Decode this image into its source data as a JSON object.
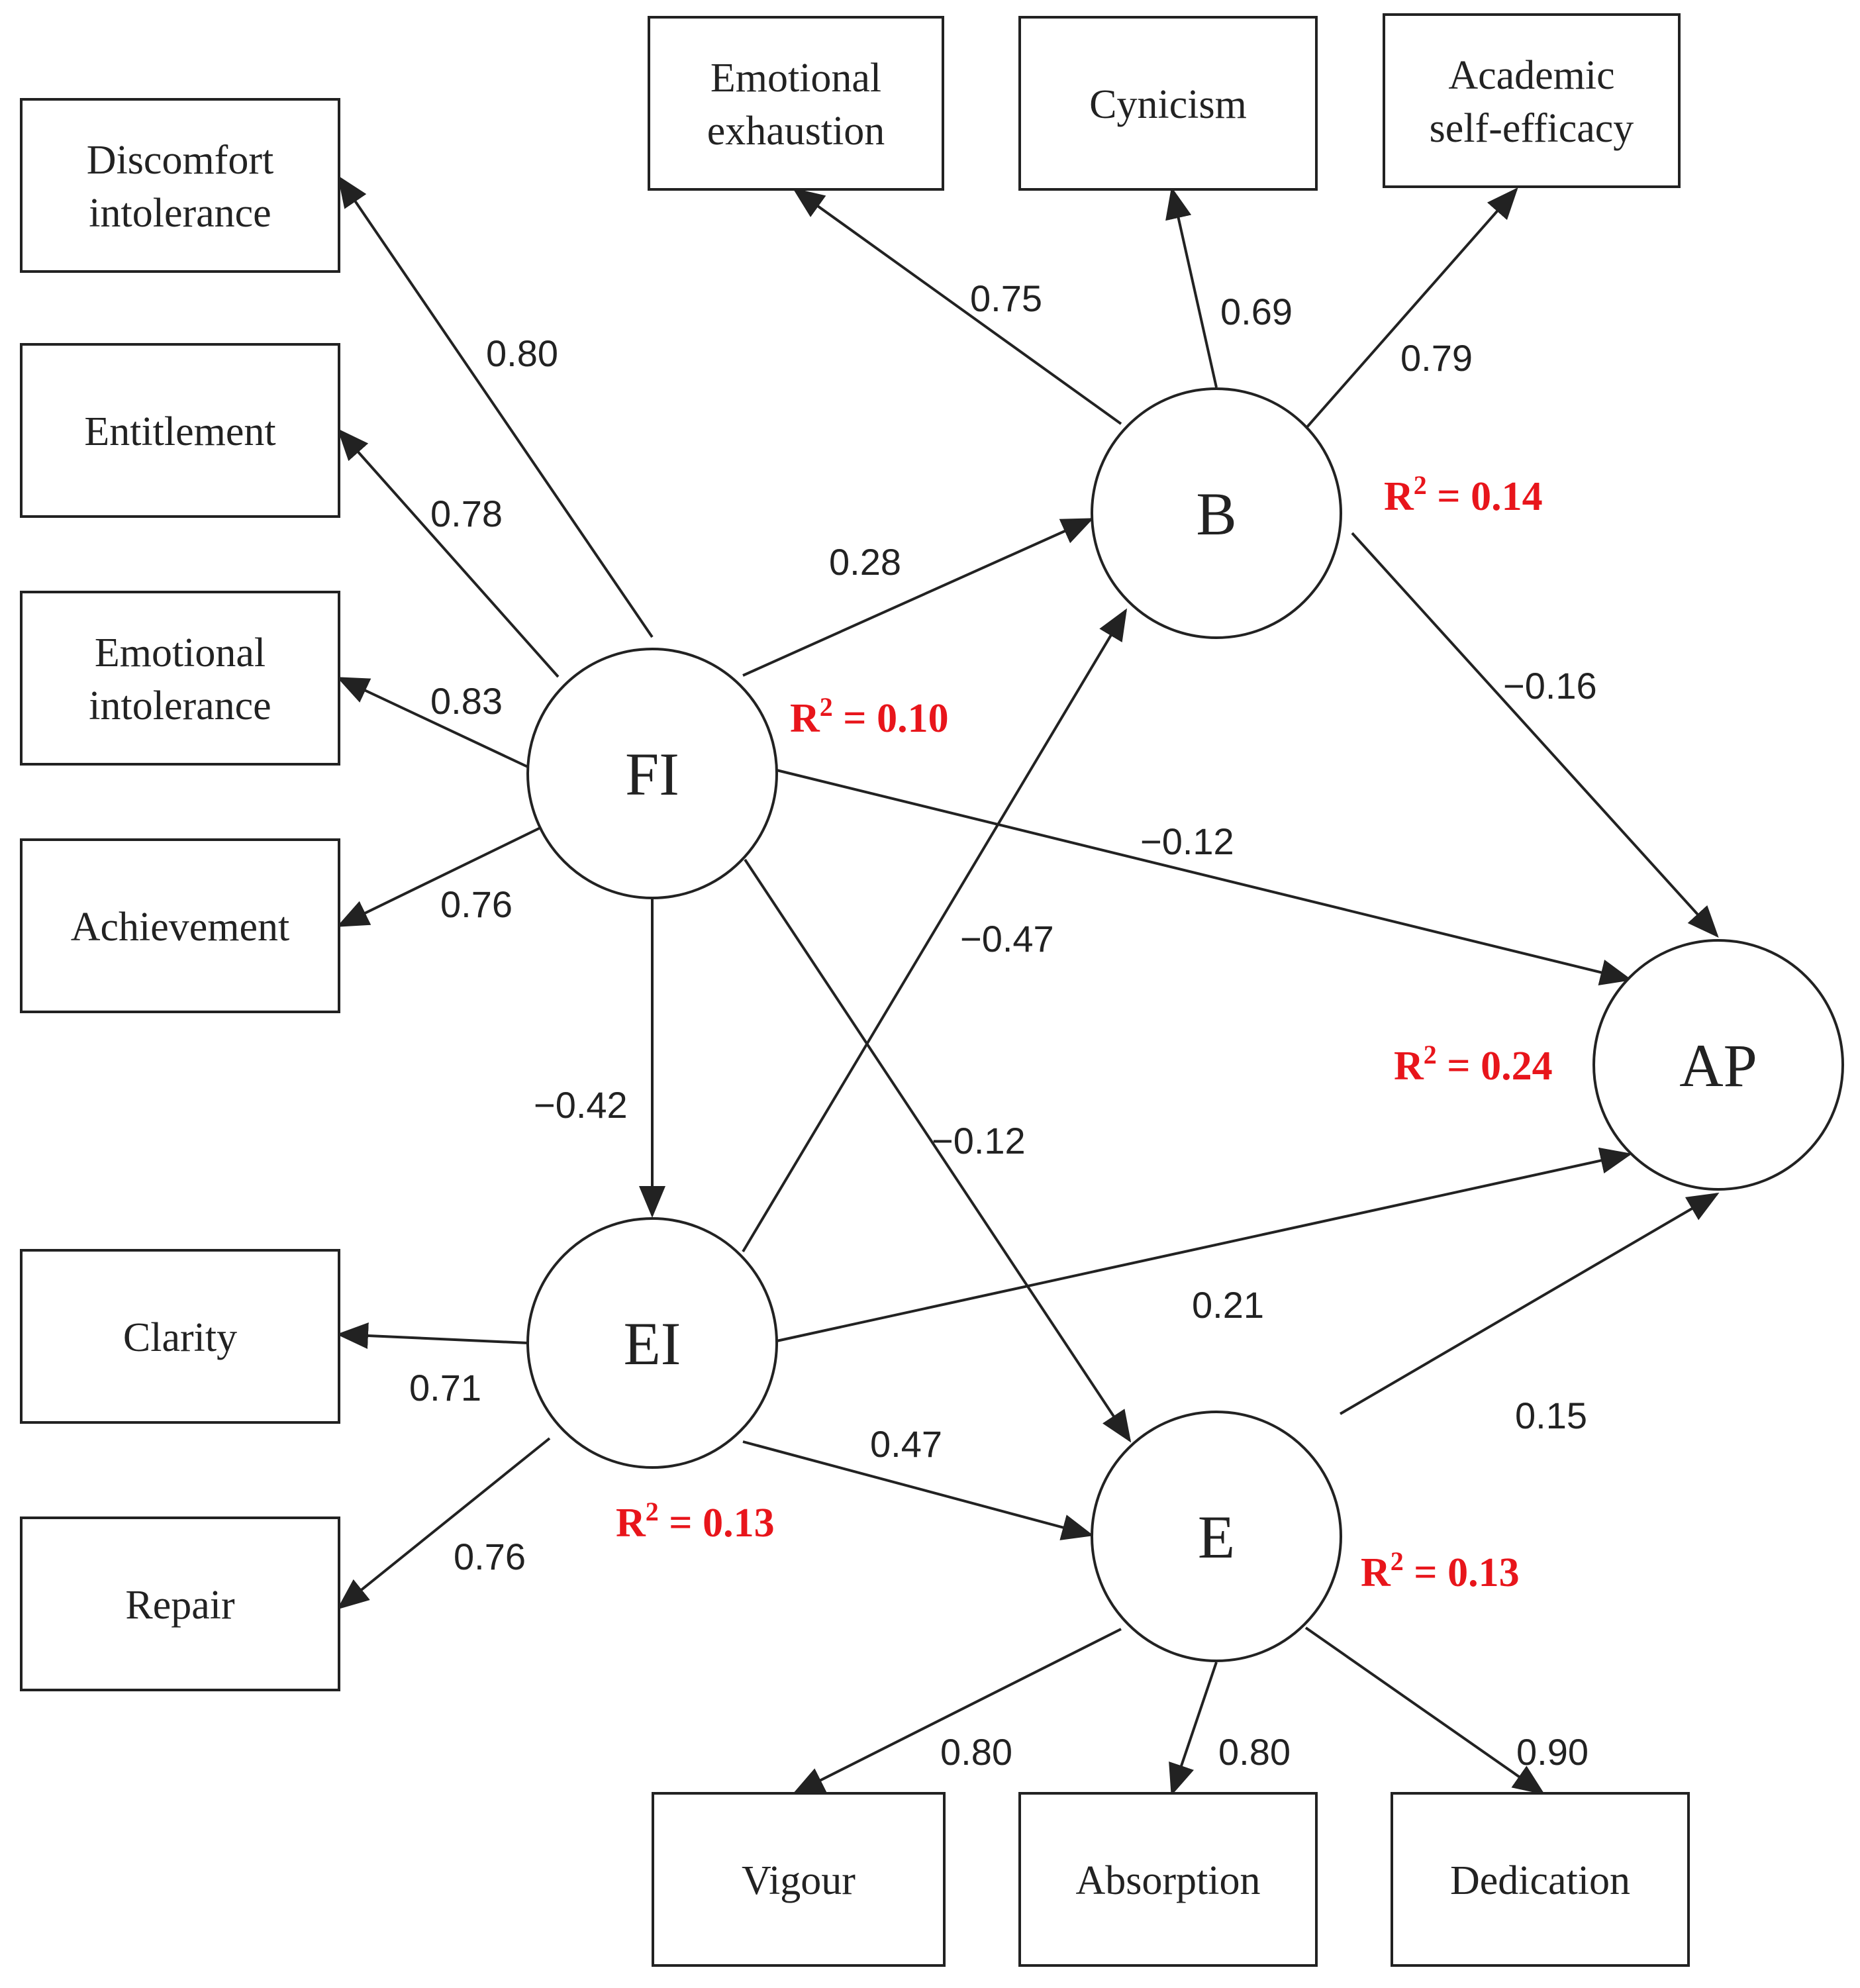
{
  "colors": {
    "ink": "#222222",
    "r_squared": "#e8151b"
  },
  "indicators": {
    "discomfort_intolerance": [
      "Discomfort",
      "intolerance"
    ],
    "entitlement": [
      "Entitlement"
    ],
    "emotional_intolerance": [
      "Emotional",
      "intolerance"
    ],
    "achievement": [
      "Achievement"
    ],
    "emotional_exhaustion": [
      "Emotional",
      "exhaustion"
    ],
    "cynicism": [
      "Cynicism"
    ],
    "academic_self_efficacy": [
      "Academic",
      "self-efficacy"
    ],
    "clarity": [
      "Clarity"
    ],
    "repair": [
      "Repair"
    ],
    "vigour": [
      "Vigour"
    ],
    "absorption": [
      "Absorption"
    ],
    "dedication": [
      "Dedication"
    ]
  },
  "latents": {
    "FI": "FI",
    "B": "B",
    "EI": "EI",
    "E": "E",
    "AP": "AP"
  },
  "coefficients": {
    "fi_discomfort": "0.80",
    "fi_entitlement": "0.78",
    "fi_emotional_intolerance": "0.83",
    "fi_achievement": "0.76",
    "b_emotional_exhaustion": "0.75",
    "b_cynicism": "0.69",
    "b_academic_self_efficacy": "0.79",
    "fi_b": "0.28",
    "b_ap": "−0.16",
    "fi_ap": "−0.12",
    "ei_b": "−0.47",
    "fi_ei": "−0.42",
    "fi_e": "−0.12",
    "ei_ap": "0.21",
    "ei_clarity": "0.71",
    "ei_repair": "0.76",
    "ei_e": "0.47",
    "e_ap": "0.15",
    "e_vigour": "0.80",
    "e_absorption": "0.80",
    "e_dedication": "0.90"
  },
  "r_squared": {
    "label": "R",
    "sup": "2",
    "B": " = 0.14",
    "FI": " = 0.10",
    "AP": " = 0.24",
    "EI": " = 0.13",
    "E": " = 0.13"
  }
}
